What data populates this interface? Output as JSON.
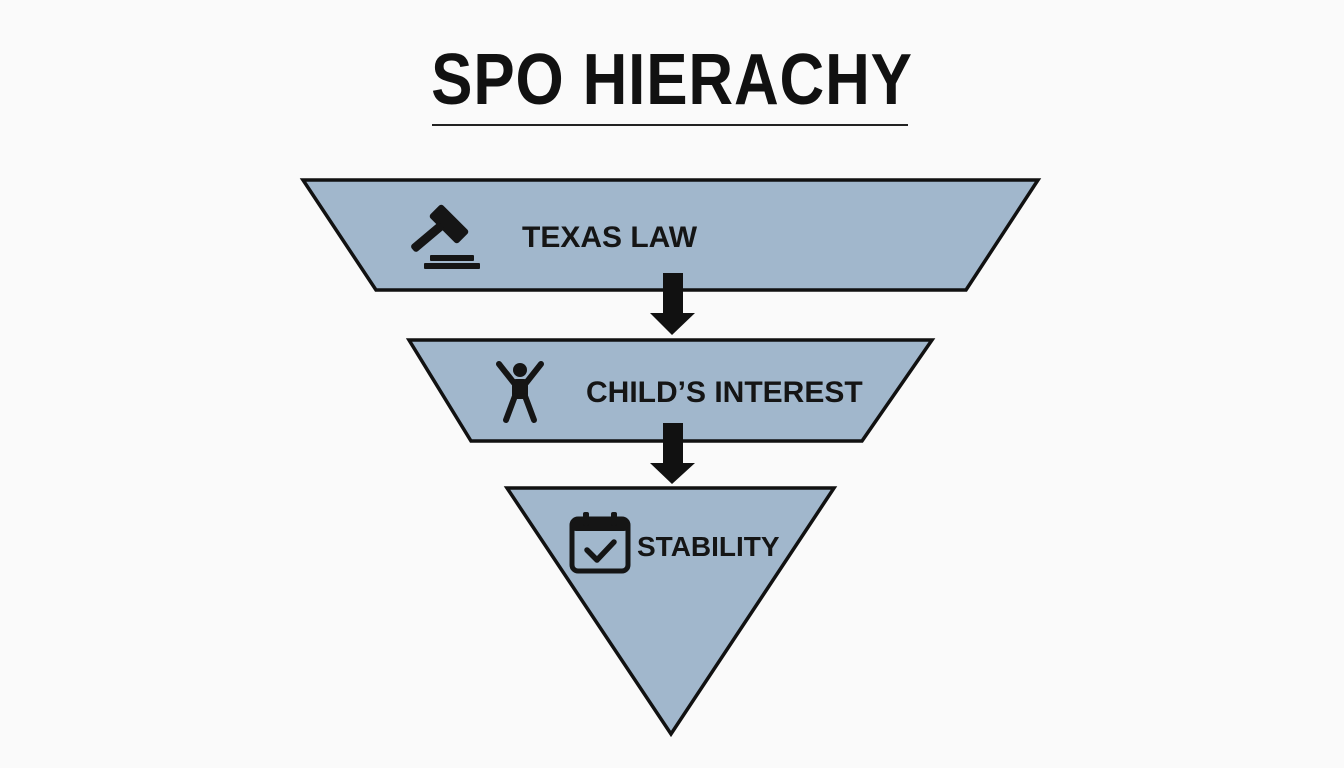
{
  "title": "SPO HIERACHY",
  "colors": {
    "background": "#fafafa",
    "level_fill": "#a1b7cc",
    "stroke": "#111111",
    "text": "#151515"
  },
  "levels": [
    {
      "label": "TEXAS LAW",
      "icon": "gavel-icon"
    },
    {
      "label": "CHILD’S INTEREST",
      "icon": "child-icon"
    },
    {
      "label": "STABILITY",
      "icon": "calendar-check-icon"
    }
  ]
}
